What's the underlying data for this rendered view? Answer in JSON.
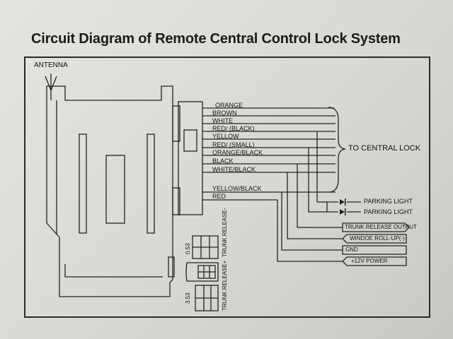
{
  "diagram": {
    "title": "Circuit Diagram of Remote Central Control Lock System",
    "antenna_label": "ANTENNA",
    "wires": [
      "ORANGE",
      "BROWN",
      "WHITE",
      "RED/ (BLACK)",
      "YELLOW",
      "RED/ (SMALL)",
      "ORANGE/BLACK",
      "BLACK",
      "WHITE/BLACK",
      "YELLOW/BLACK",
      "RED"
    ],
    "central_lock_label": "TO CENTRAL LOCK",
    "parking_light_1": "PARKING LIGHT",
    "parking_light_2": "PARKING LIGHT",
    "outputs": [
      "TRUNK RELEASE OUTPUT",
      "WINDOE ROLL-UP(-)",
      "GND",
      "+12V POWER"
    ],
    "connector_labels": {
      "top_value": "0.53",
      "bottom_value": "3.53",
      "trunk_plus": "TRUNK RELEASE+",
      "trunk_minus": "TRUNK RELEASE-"
    }
  }
}
